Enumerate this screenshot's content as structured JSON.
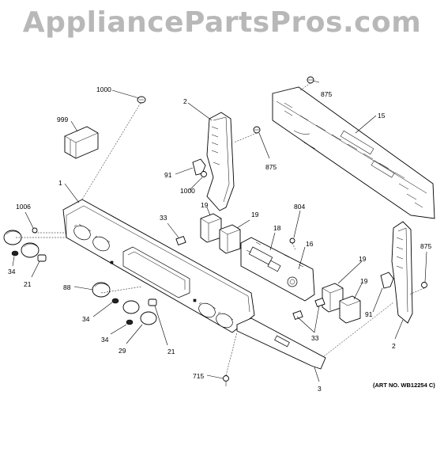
{
  "watermark": "AppliancePartsPros.com",
  "art_number": "(ART NO. WB12254 C)",
  "callouts": {
    "c1000a": "1000",
    "c999": "999",
    "c2a": "2",
    "c875a": "875",
    "c15": "15",
    "c875b": "875",
    "c91a": "91",
    "c1000b": "1000",
    "c1": "1",
    "c1006": "1006",
    "c19a": "19",
    "c19b": "19",
    "c804": "804",
    "c33a": "33",
    "c18": "18",
    "c16": "16",
    "c875c": "875",
    "c34a": "34",
    "c21a": "21",
    "c88": "88",
    "c19c": "19",
    "c19d": "19",
    "c91b": "91",
    "c34b": "34",
    "c34c": "34",
    "c29": "29",
    "c21b": "21",
    "c33b": "33",
    "c2b": "2",
    "c715": "715",
    "c3": "3"
  }
}
